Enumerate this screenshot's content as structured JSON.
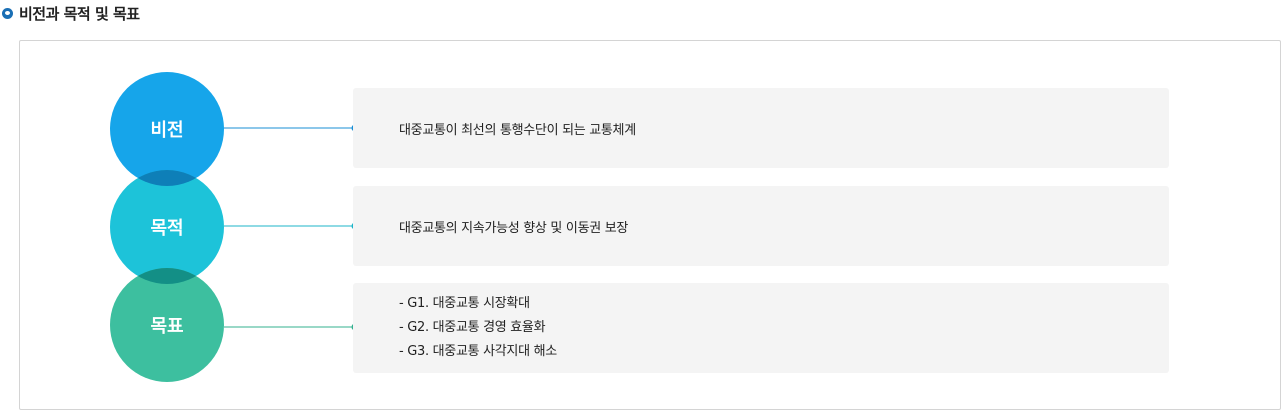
{
  "heading": {
    "title": "비전과 목적 및 목표",
    "bullet_icon": "circle-bullet-icon"
  },
  "rows": [
    {
      "key": "vision",
      "label": "비전",
      "color": "#16a5ea",
      "dot_color": "#1a8fd6",
      "text": "대중교통이 최선의 통행수단이 되는 교통체계"
    },
    {
      "key": "purpose",
      "label": "목적",
      "color": "#1dc3d9",
      "dot_color": "#1cb4c8",
      "text": "대중교통의 지속가능성 향상 및 이동권 보장"
    },
    {
      "key": "goal",
      "label": "목표",
      "color": "#3dbf9f",
      "dot_color": "#33b08f",
      "items": [
        "- G1. 대중교통 시장확대",
        "- G2. 대중교통 경영 효율화",
        "- G3. 대중교통 사각지대 해소"
      ]
    }
  ],
  "colors": {
    "overlap_top": "#0e7fb8",
    "overlap_bottom": "#138f86",
    "box_bg": "#f4f4f4",
    "frame_border": "#d4d4d4"
  }
}
